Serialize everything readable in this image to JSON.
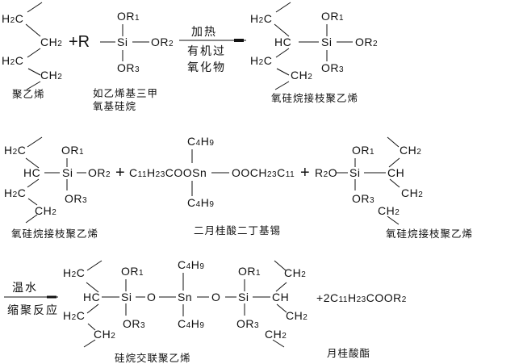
{
  "row1": {
    "pe": {
      "h2c_top": "H2C",
      "ch2_mid": "CH2",
      "h2c_bot": "H2C",
      "ch2_bot": "CH2"
    },
    "plus_r": "+R",
    "silane": {
      "si": "Si",
      "or1": "OR1",
      "or2": "OR2",
      "or3": "OR3"
    },
    "arrow": {
      "above": "加热",
      "below1": "有机过",
      "below2": "氧化物"
    },
    "product": {
      "h2c_top": "H2C",
      "hc": "HC",
      "si": "Si",
      "or1": "OR1",
      "or2": "OR2",
      "or3": "OR3",
      "h2c_bot": "H2C",
      "ch2_bot": "CH2"
    },
    "labels": {
      "pe": "聚乙烯",
      "silane_line1": "如乙烯基三甲",
      "silane_line2": "氧基硅烷",
      "product": "氧硅烷接枝聚乙烯"
    }
  },
  "row2": {
    "left": {
      "h2c_top": "H2C",
      "hc": "HC",
      "si": "Si",
      "or1": "OR1",
      "or2": "OR2",
      "or3": "OR3",
      "h2c_bot": "H2C",
      "ch2_bot": "CH2"
    },
    "plus1": "+",
    "tin": {
      "left": "C11H23COOSn",
      "top": "C4H9",
      "bottom": "C4H9",
      "right": "OOCH23C11"
    },
    "plus2": "+",
    "right": {
      "r2o": "R2O",
      "si": "Si",
      "or1": "OR1",
      "or3": "OR3",
      "ch": "CH",
      "ch2_top": "CH2",
      "ch2_mid": "CH2",
      "ch2_bot": "CH2"
    },
    "labels": {
      "left": "氧硅烷接枝聚乙烯",
      "tin": "二月桂酸二丁基锡",
      "right": "氧硅烷接枝聚乙烯"
    }
  },
  "row3": {
    "arrow": {
      "above": "温水",
      "below": "缩聚反应"
    },
    "left": {
      "h2c_top": "H2C",
      "hc": "HC",
      "si": "Si",
      "or1": "OR1",
      "or3": "OR3",
      "h2c_bot": "H2C",
      "ch2_bot": "CH2"
    },
    "o1": "O",
    "tin": {
      "sn": "Sn",
      "top": "C4H9",
      "bottom": "C4H9"
    },
    "o2": "O",
    "right": {
      "si": "Si",
      "or1": "OR1",
      "or3": "OR3",
      "ch": "CH",
      "ch2_top": "CH2",
      "ch2_mid": "CH2",
      "ch2_bot": "CH2"
    },
    "byproduct": "+2C11H23COOR2",
    "labels": {
      "product": "硅烷交联聚乙烯",
      "byproduct": "月桂酸酯"
    }
  }
}
